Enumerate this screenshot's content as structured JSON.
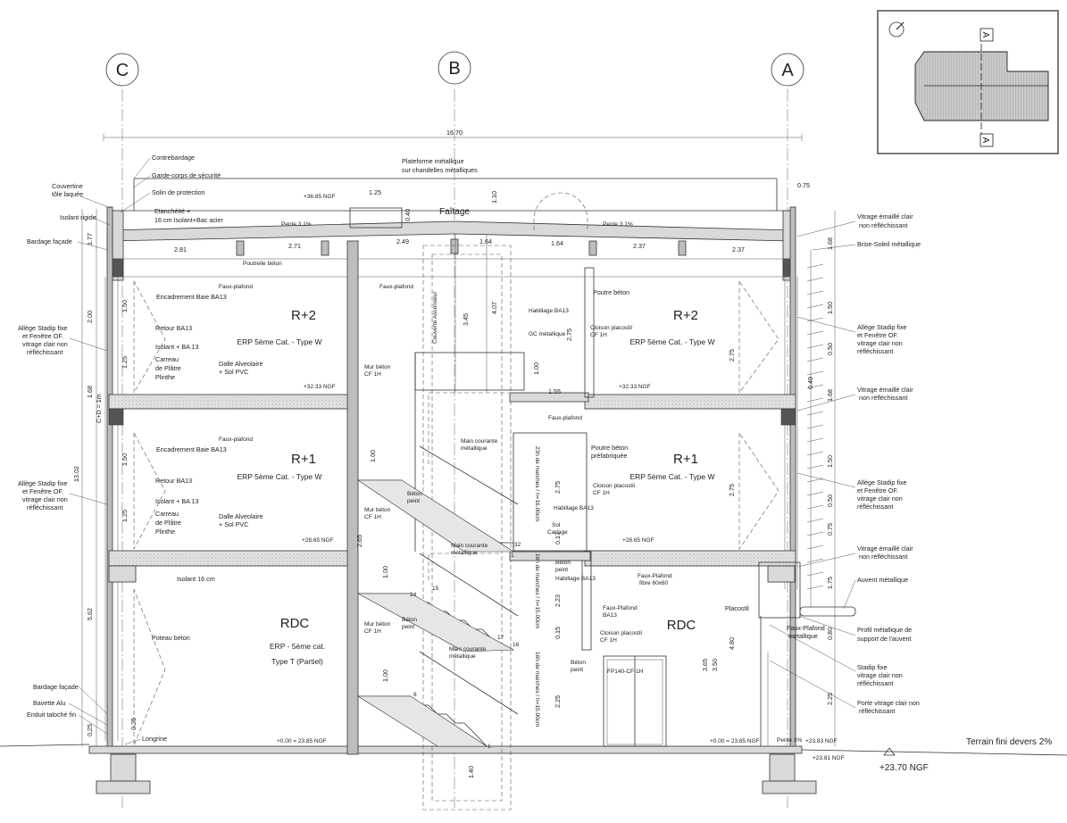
{
  "grid_axes": [
    "C",
    "B",
    "A"
  ],
  "overall_dimension": "16.70",
  "top_labels": {
    "faitage": "Faîtage",
    "plateforme_line1": "Plateforme métallique",
    "plateforme_line2": "sur chandelles métalliques",
    "level_roof": "+36.85 NGF",
    "dim_125": "1.25",
    "dim_110": "1.10",
    "dim_075": "0.75",
    "dim_040": "0.40",
    "pente_left": "Pente 3.1%",
    "pente_right": "Pente 3.1%"
  },
  "roof_spans": [
    "2.81",
    "2.71",
    "2.49",
    "1.64",
    "1.64",
    "2.37",
    "2.37"
  ],
  "left_annotations": {
    "contrebardage": "Contrebardage",
    "garde_corps": "Garde-corps de sécurité",
    "couvertine_1": "Couvertine",
    "couvertine_2": "tôle laquée",
    "solin": "Solin de protection",
    "etancheite_1": "Etanchéité +",
    "etancheite_2": "16 cm Isolant+Bac acier",
    "isolant_rigide": "Isolant rigide",
    "bardage_facade": "Bardage façade",
    "poutrelle": "Poutrelle béton",
    "faux_plafond": "Faux-plafond",
    "encadrement": "Encadrement Baie BA13",
    "retour": "Retour BA13",
    "isolant_ba13": "Isolant + BA 13",
    "carreau_1": "Carreau",
    "carreau_2": "de Plâtre",
    "plinthe": "Plinthe",
    "allege_1": "Allège Stadip fixe",
    "allege_2": "et Fenêtre OF.",
    "allege_3": "vitrage clair non",
    "allege_4": "réfléchissant",
    "dalle_1": "Dalle Alveolaire",
    "dalle_2": "+ Sol PVC",
    "isolant_16": "Isolant 16 cm",
    "poteau_beton": "Poteau béton",
    "bardage_bas": "Bardage façade",
    "bavette": "Bavette Alu",
    "enduit": "Enduit taloché fin",
    "longrine": "Longrine"
  },
  "left_dims": [
    "1.77",
    "2.00",
    "1.50",
    "1.25",
    "1.68",
    "C+D = 1m",
    "1.50",
    "1.25",
    "13.02",
    "5.62",
    "0.25",
    "0.25"
  ],
  "levels": {
    "r2": "+32.33 NGF",
    "r1": "+28.65 NGF",
    "rdc": "+0.00 = 23.85 NGF",
    "rdc_right": "+0.00 = 23.85 NGF",
    "exterior": "+23.83 NGF",
    "ground": "+23.81 NGF",
    "terrain": "Terrain fini devers 2%",
    "terrain_level": "+23.70 NGF",
    "pente": "Pente 3%"
  },
  "rooms": {
    "r2_left_title": "R+2",
    "r2_left_sub": "ERP 5ème Cat. - Type W",
    "r2_right_title": "R+2",
    "r2_right_sub": "ERP 5ème Cat. - Type W",
    "r1_left_title": "R+1",
    "r1_left_sub": "ERP 5ème Cat. - Type W",
    "r1_right_title": "R+1",
    "r1_right_sub": "ERP 5ème Cat. - Type W",
    "rdc_left_title": "RDC",
    "rdc_left_sub1": "ERP - 5ème cat.",
    "rdc_left_sub2": "Type T (Partiel)",
    "rdc_right_title": "RDC"
  },
  "center_labels": {
    "mur_beton": "Mur béton",
    "cf1h": "CF 1H",
    "couverte_ascenseur": "Couverte Ascenseur",
    "habillage": "Habillage BA13",
    "gc_metal": "GC métallique",
    "cloison": "Cloison placostil",
    "poutre_beton": "Poutre béton",
    "poutre_prefa_1": "Poutre béton",
    "poutre_prefa_2": "préfabriquée",
    "faux_plafond": "Faux-plafond",
    "main_courante_1": "Main courante",
    "main_courante_2": "métallique",
    "beton_peint_1": "Béton",
    "beton_peint_2": "peint",
    "sol_carlage_1": "Sol",
    "sol_carlage_2": "Carlage",
    "habillage_ba13": "Habillage BA13",
    "marches_upper": "23h de marches / h=16.00cm",
    "marches_mid": "16h de marches / h=15.00cm",
    "marches_low": "16h de marches / h=15.00cm",
    "faux_plafond_60": "Faux-Plafond",
    "fibre": "fibre 60x60",
    "faux_plafond_ba13_1": "Faux-Plafond",
    "faux_plafond_ba13_2": "BA13",
    "placostil": "Placostil",
    "door": "FP140-CF-1H"
  },
  "center_dims": [
    "3.45",
    "4.07",
    "2.75",
    "1.00",
    "1.55",
    "2.75",
    "1.00",
    "0.17",
    "2.65",
    "1.00",
    "2.23",
    "0.15",
    "1.00",
    "2.25",
    "1.40",
    "3.65",
    "3.50",
    "4.80"
  ],
  "stair_numbers": [
    "32",
    "24",
    "17",
    "16",
    "8",
    "1",
    "1",
    "15"
  ],
  "right_annotations": {
    "vitrage_1a": "Vitrage émaillé clair",
    "vitrage_1b": "non réfléchissant",
    "brise_soleil": "Brise-Soleil métallique",
    "allege_r2_1": "Allège Stadip fixe",
    "allege_r2_2": "et Fenêtre OF.",
    "allege_r2_3": "vitrage clair non",
    "allege_r2_4": "réfléchissant",
    "vitrage_2a": "Vitrage émaillé clair",
    "vitrage_2b": "non réfléchissant",
    "allege_r1_1": "Allège Stadip fixe",
    "allege_r1_2": "et Fenêtre OF.",
    "allege_r1_3": "vitrage clair non",
    "allege_r1_4": "réfléchissant",
    "vitrage_3a": "Vitrage émaillé clair",
    "vitrage_3b": "non réfléchissant",
    "auvent": "Auvent métallique",
    "profil_1": "Profil métallique de",
    "profil_2": "support de l'auvent",
    "stadip_1": "Stadip fixe",
    "stadip_2": "vitrage clair non",
    "stadip_3": "réfléchissant",
    "porte_1": "Porte vitrage clair non",
    "porte_2": "réfléchissant",
    "faux_plafond_metal_1": "Faux-Plafond",
    "faux_plafond_metal_2": "métallique"
  },
  "right_dims": [
    "1.68",
    "1.50",
    "0.50",
    "0.49",
    "1.68",
    "1.50",
    "0.50",
    "0.75",
    "1.75",
    "0.80",
    "2.25",
    "2.75",
    "2.75"
  ],
  "keyplan": {
    "section_mark": "A"
  }
}
